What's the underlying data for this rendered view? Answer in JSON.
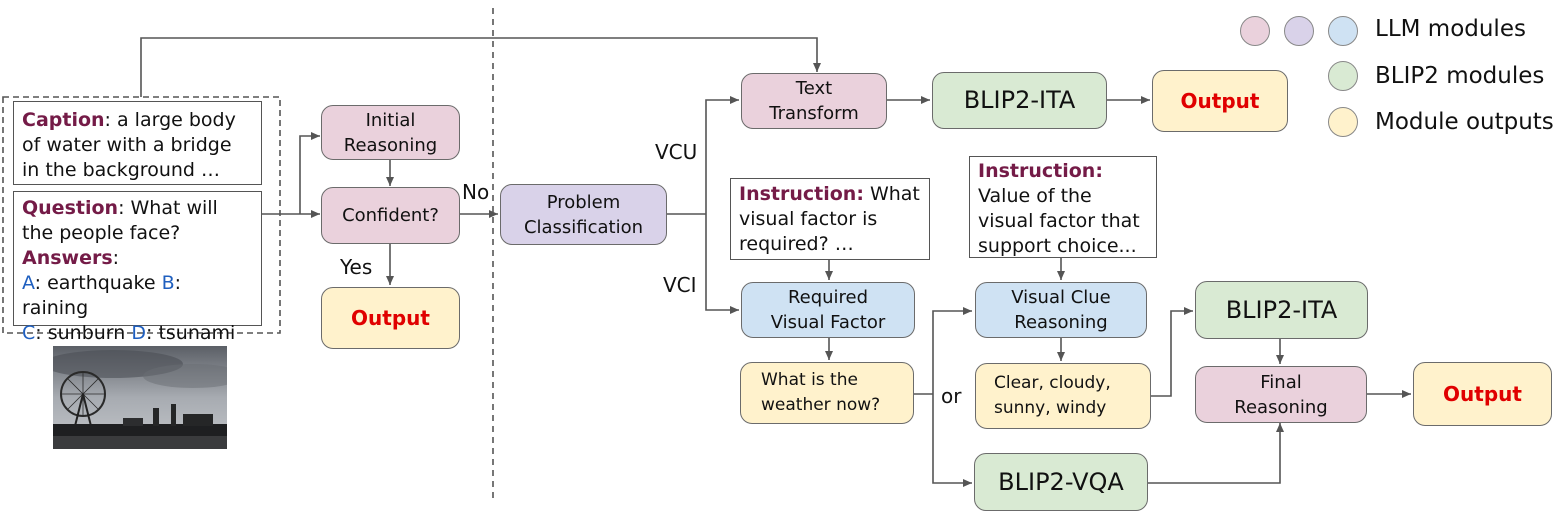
{
  "legend": {
    "llm": "LLM modules",
    "blip2": "BLIP2 modules",
    "outputs": "Module outputs",
    "colors": {
      "pink": "#ead1dc",
      "purple": "#d9d2e9",
      "blue": "#cfe2f3",
      "green": "#d9ead3",
      "yellow": "#fff2cc"
    }
  },
  "input": {
    "caption_label": "Caption",
    "caption_text": ": a large body of water with a bridge in the background …",
    "question_label": "Question",
    "question_text": ": What will the people face?",
    "answers_label": "Answers",
    "answers_colon": ":",
    "options": [
      {
        "letter": "A",
        "text": ": earthquake "
      },
      {
        "letter": "B",
        "text": ": raining"
      },
      {
        "letter": "C",
        "text": ": sunburn "
      },
      {
        "letter": "D",
        "text": ": tsunami"
      }
    ]
  },
  "modules": {
    "initial_reasoning": "Initial Reasoning",
    "confident": "Confident?",
    "output_left": "Output",
    "problem_classification": "Problem Classification",
    "text_transform": "Text Transform",
    "blip2_ita_top": "BLIP2-ITA",
    "output_top": "Output",
    "required_visual_factor": "Required Visual Factor",
    "visual_clue_reasoning": "Visual Clue Reasoning",
    "blip2_ita_bottom": "BLIP2-ITA",
    "final_reasoning": "Final Reasoning",
    "output_bottom": "Output",
    "blip2_vqa": "BLIP2-VQA",
    "weather_question": "What is the weather now?",
    "weather_answers": "Clear, cloudy, sunny, windy"
  },
  "instructions": {
    "label": "Instruction:",
    "factor_text": " What visual factor is required? …",
    "value_text": "Value of the visual factor that support choice..."
  },
  "labels": {
    "no": "No",
    "yes": "Yes",
    "vcu": "VCU",
    "vci": "VCI",
    "or": "or"
  }
}
